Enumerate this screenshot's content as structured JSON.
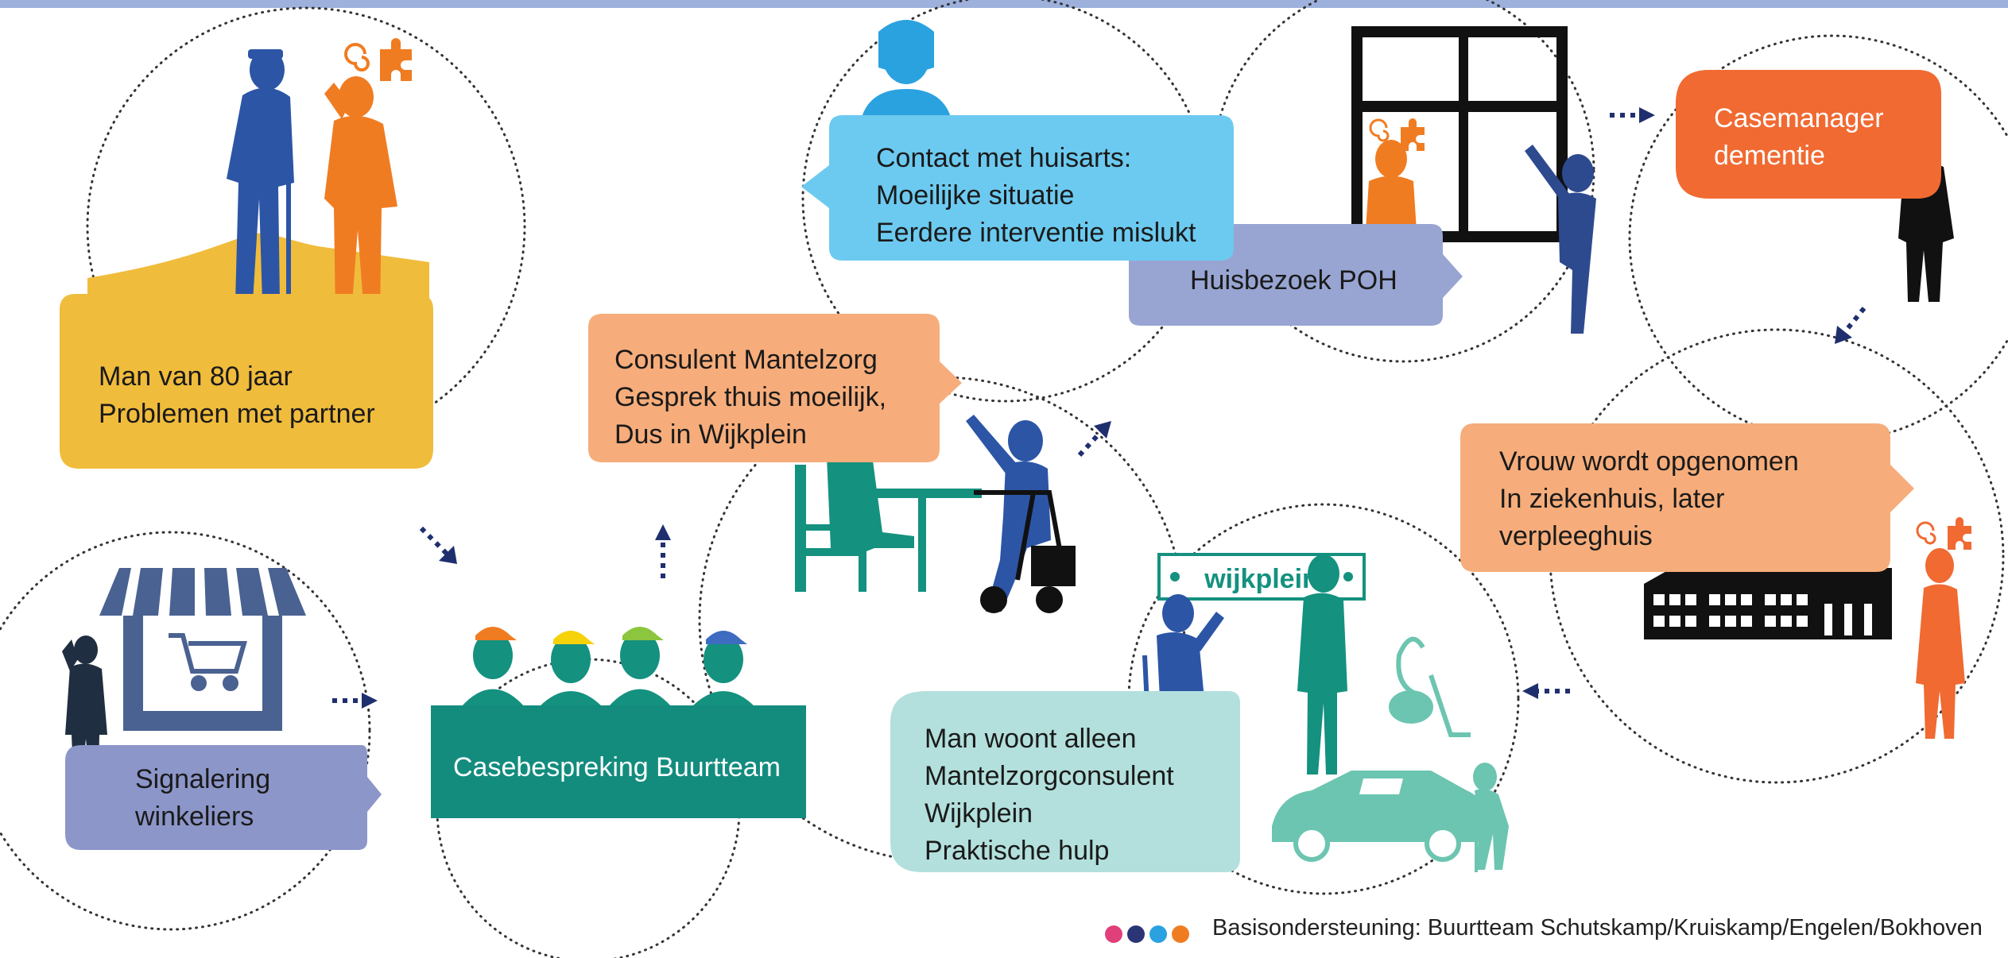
{
  "boxes": {
    "man80": {
      "lines": [
        "Man van 80 jaar",
        "Problemen met partner"
      ],
      "color": "#f0bc3c"
    },
    "signalering": {
      "lines": [
        "Signalering",
        "winkeliers"
      ],
      "color": "#8c96c9"
    },
    "casebespreking": {
      "lines": [
        "Casebespreking Buurtteam"
      ],
      "color": "#138c7e"
    },
    "consulent": {
      "lines": [
        "Consulent Mantelzorg",
        "Gesprek thuis moeilijk,",
        "Dus in Wijkplein"
      ],
      "color": "#f6ad7b"
    },
    "huisarts": {
      "lines": [
        "Contact met huisarts:",
        "Moeilijke situatie",
        "Eerdere interventie mislukt"
      ],
      "color": "#6ccaf0"
    },
    "huisbezoek": {
      "lines": [
        "Huisbezoek POH"
      ],
      "color": "#98a5d2"
    },
    "casemanager": {
      "lines": [
        "Casemanager",
        "dementie"
      ],
      "color": "#f06a32"
    },
    "vrouw": {
      "lines": [
        "Vrouw wordt opgenomen",
        "In ziekenhuis, later",
        "verpleeghuis"
      ],
      "color": "#f6ad7b"
    },
    "manalleen": {
      "lines": [
        "Man woont alleen",
        "Mantelzorgconsulent",
        "Wijkplein",
        "Praktische hulp"
      ],
      "color": "#b3e0dc"
    }
  },
  "signs": {
    "wijkplein": "wijkplein",
    "verpleeghuis": "verpleeghuis"
  },
  "footer": {
    "text": "Basisondersteuning: Buurtteam Schutskamp/Kruiskamp/Engelen/Bokhoven",
    "dots": [
      "#e0407a",
      "#2a3576",
      "#2aa2e0",
      "#f07c22"
    ]
  },
  "colors": {
    "blue": "#2c55a6",
    "orange": "#f07c22",
    "teal": "#14917f",
    "black": "#111111",
    "navy": "#1f2f6e"
  }
}
